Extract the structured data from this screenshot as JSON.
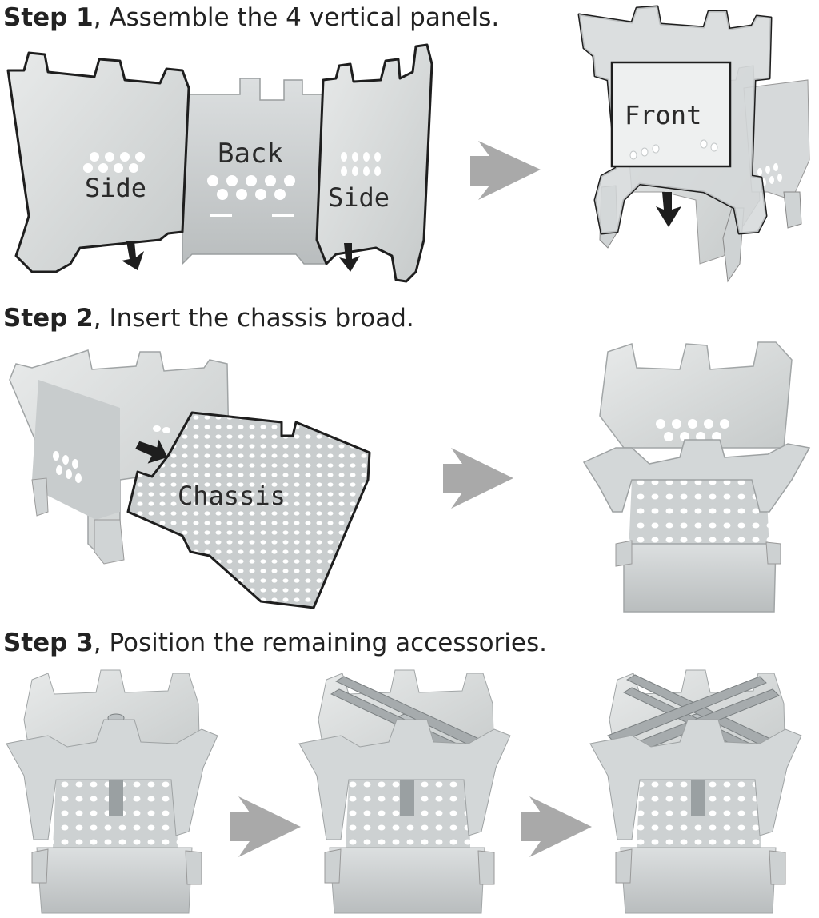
{
  "steps": [
    {
      "label": "Step 1",
      "text": ", Assemble the 4 vertical panels."
    },
    {
      "label": "Step 2",
      "text": ", Insert the chassis broad."
    },
    {
      "label": "Step 3",
      "text": ", Position the remaining accessories."
    }
  ],
  "labels": {
    "side_left": "Side",
    "back": "Back",
    "side_right": "Side",
    "front": "Front",
    "chassis": "Chassis"
  },
  "colors": {
    "metal": "#d9dcdc",
    "metal_dark": "#b8bcbd",
    "outline": "#1e1e1e",
    "arrow": "#a9a9a9",
    "text": "#222222"
  }
}
